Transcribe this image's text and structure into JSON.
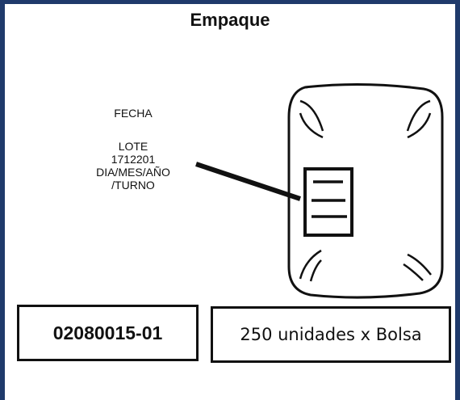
{
  "title": "Empaque",
  "labels": {
    "fecha": "FECHA",
    "lote": "LOTE",
    "lote_number": "1712201",
    "date_format": "DIA/MES/AÑO",
    "shift": "/TURNO"
  },
  "boxes": {
    "product_code": "02080015-01",
    "quantity": "250 unidades x Bolsa"
  },
  "colors": {
    "frame": "#1f3a6b",
    "ink": "#111111"
  }
}
